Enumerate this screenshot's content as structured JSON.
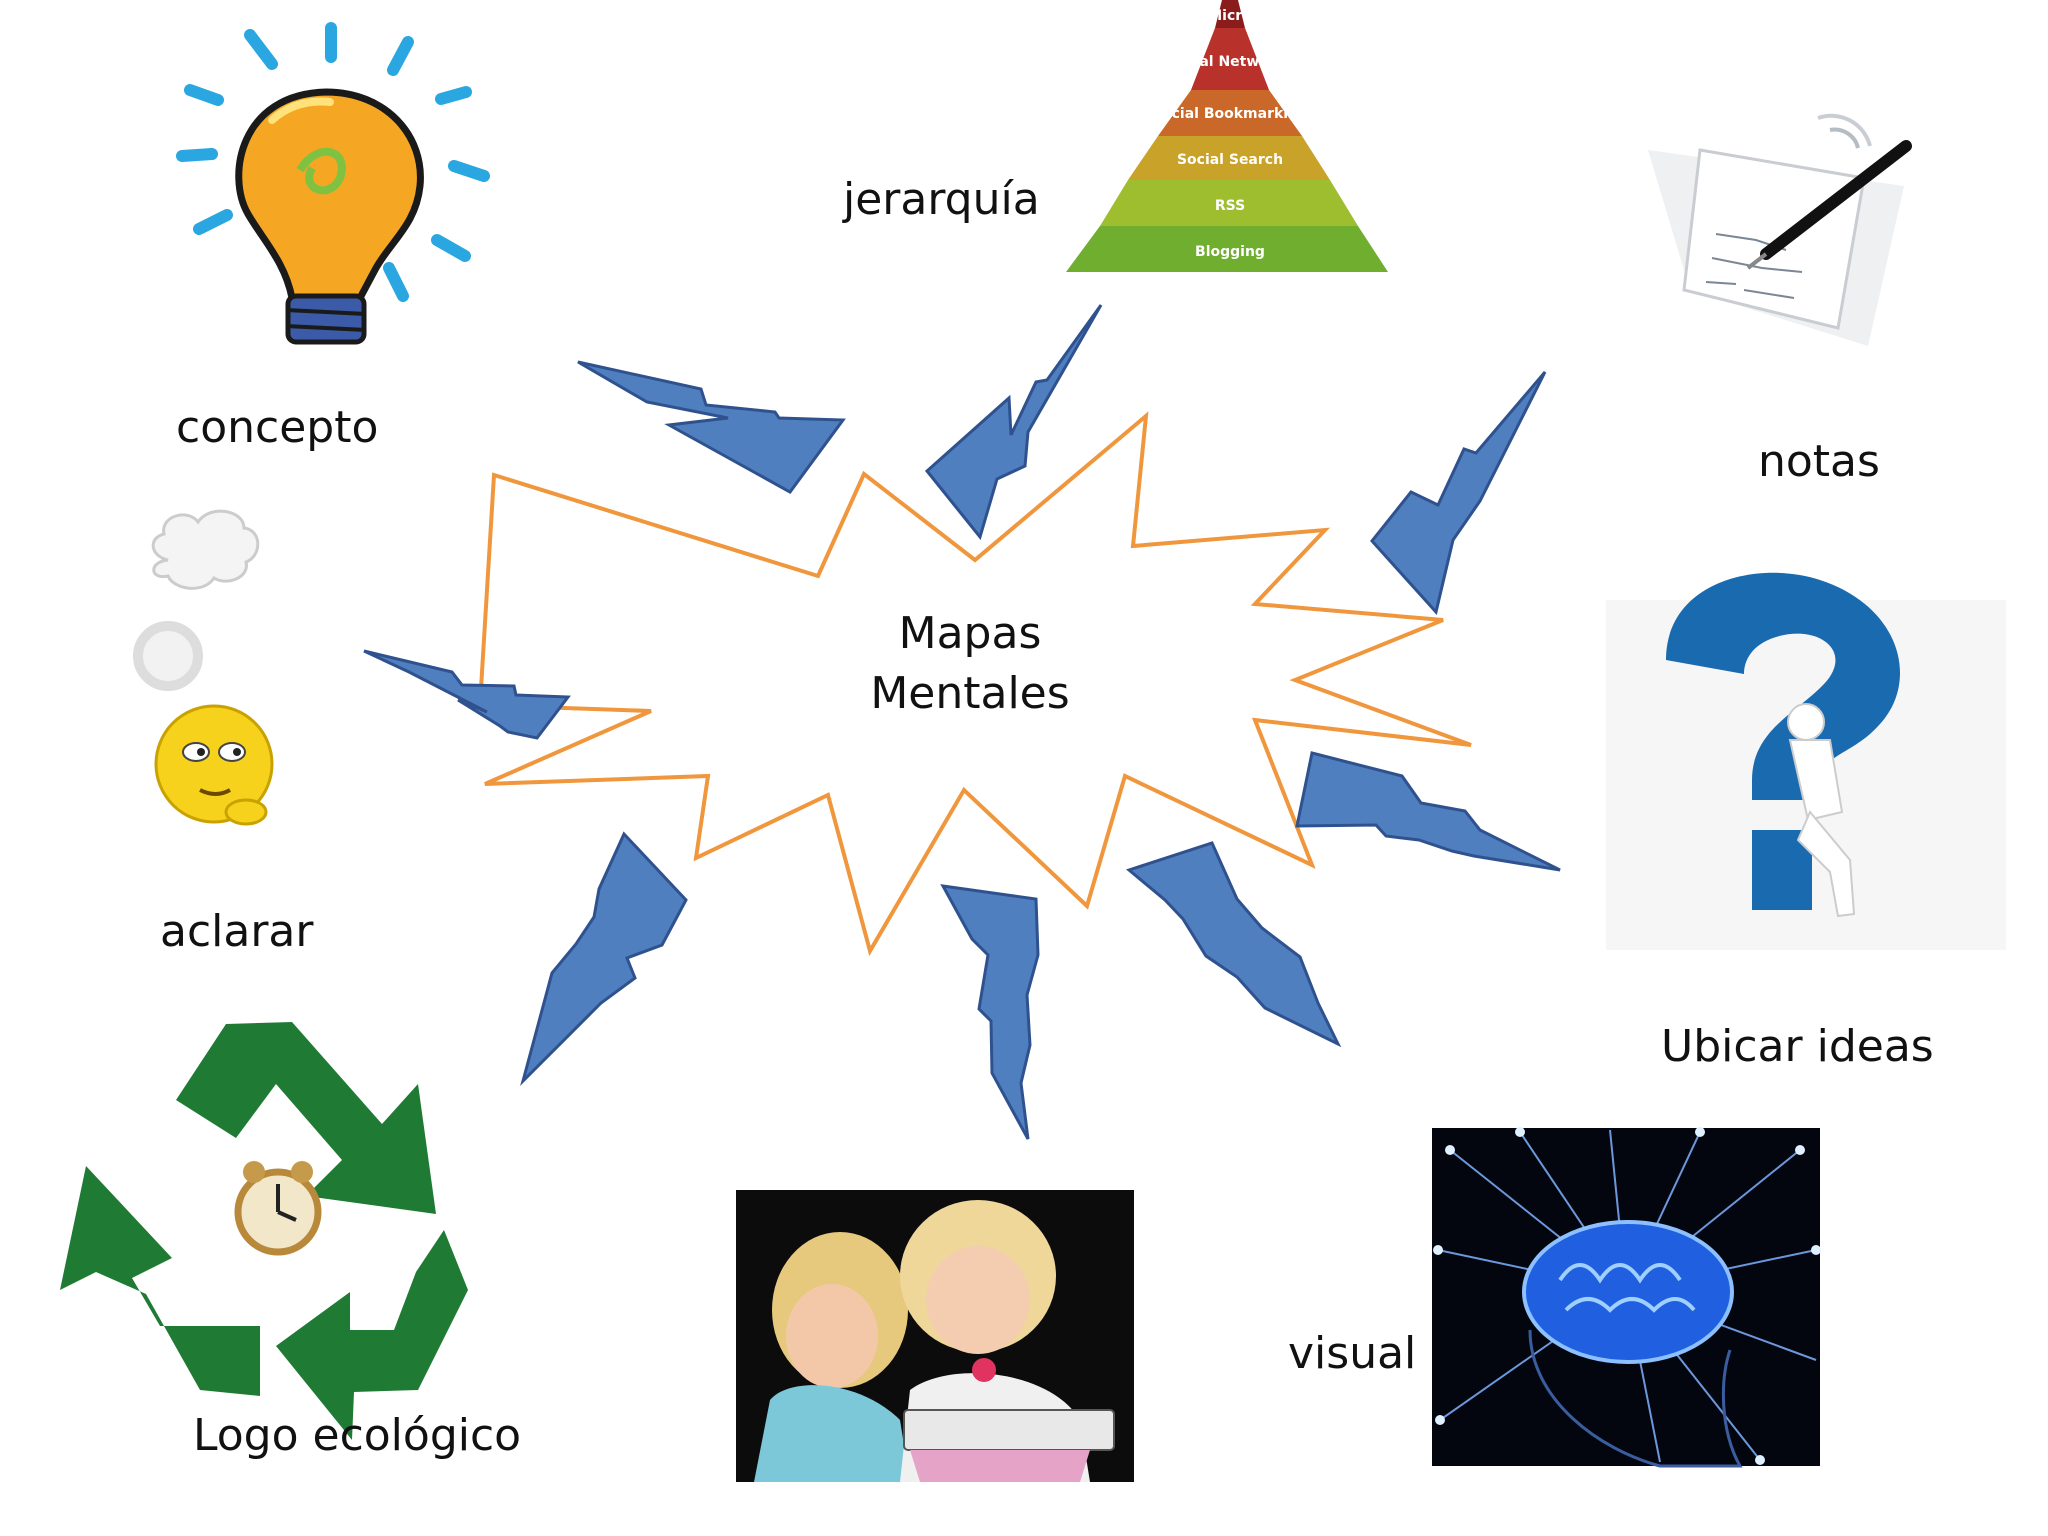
{
  "title": "Mapas Mentales",
  "center": {
    "line1": "Mapas",
    "line2": "Mentales"
  },
  "labels": {
    "concepto": "concepto",
    "jerarquia": "jerarquía",
    "notas": "notas",
    "aclarar": "aclarar",
    "ubicar": "Ubicar ideas",
    "logo": "Logo ecológico",
    "visual": "visual"
  },
  "pyramid_levels": [
    "Micro",
    "Social Networks",
    "Social Bookmarking",
    "Social Search",
    "RSS",
    "Blogging"
  ],
  "colors": {
    "starburst": "#f0963c",
    "bolt_fill": "#4f7fbf",
    "bolt_stroke": "#2f528f",
    "recycle_green": "#1f7a34",
    "question_blue": "#1a6ab0",
    "bulb_orange": "#f5a623",
    "ray_blue": "#2aa7e0"
  },
  "icons": [
    "lightbulb-icon",
    "pyramid-icon",
    "notepad-pen-icon",
    "thinking-emoji-icon",
    "question-mark-figure-icon",
    "recycle-clock-icon",
    "children-reading-photo",
    "brain-network-photo"
  ]
}
